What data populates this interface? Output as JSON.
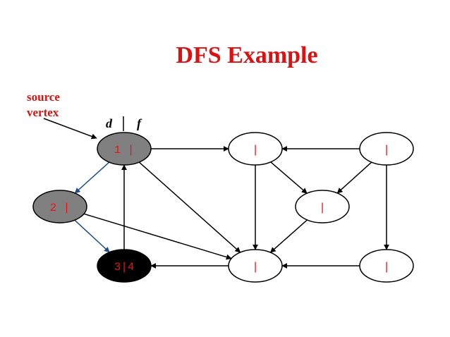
{
  "title": "DFS Example",
  "source_label": [
    "source",
    "vertex"
  ],
  "df_header": {
    "d": "d",
    "sep": "|",
    "f": "f"
  },
  "colors": {
    "title": "#dd1111",
    "label": "#ee1111",
    "gray": "#808080",
    "black": "#000000",
    "white": "#ffffff",
    "tree_edge": "#1f4e8c"
  },
  "nodes": [
    {
      "id": "a",
      "label": "1 |",
      "state": "gray"
    },
    {
      "id": "b",
      "label": "|",
      "state": "white"
    },
    {
      "id": "c",
      "label": "|",
      "state": "white"
    },
    {
      "id": "d",
      "label": "2 |",
      "state": "gray"
    },
    {
      "id": "e",
      "label": "|",
      "state": "white"
    },
    {
      "id": "f",
      "label": "3|4",
      "state": "black"
    },
    {
      "id": "g",
      "label": "|",
      "state": "white"
    },
    {
      "id": "h",
      "label": "|",
      "state": "white"
    }
  ],
  "edges": [
    {
      "from": "a",
      "to": "b",
      "type": "normal"
    },
    {
      "from": "c",
      "to": "b",
      "type": "normal"
    },
    {
      "from": "a",
      "to": "d",
      "type": "tree"
    },
    {
      "from": "d",
      "to": "f",
      "type": "tree"
    },
    {
      "from": "f",
      "to": "a",
      "type": "normal"
    },
    {
      "from": "a",
      "to": "g",
      "type": "normal"
    },
    {
      "from": "d",
      "to": "g",
      "type": "normal"
    },
    {
      "from": "b",
      "to": "g",
      "type": "normal"
    },
    {
      "from": "b",
      "to": "e",
      "type": "normal"
    },
    {
      "from": "c",
      "to": "e",
      "type": "normal"
    },
    {
      "from": "e",
      "to": "g",
      "type": "normal"
    },
    {
      "from": "g",
      "to": "f",
      "type": "normal"
    },
    {
      "from": "h",
      "to": "g",
      "type": "normal"
    },
    {
      "from": "c",
      "to": "h",
      "type": "normal"
    }
  ]
}
